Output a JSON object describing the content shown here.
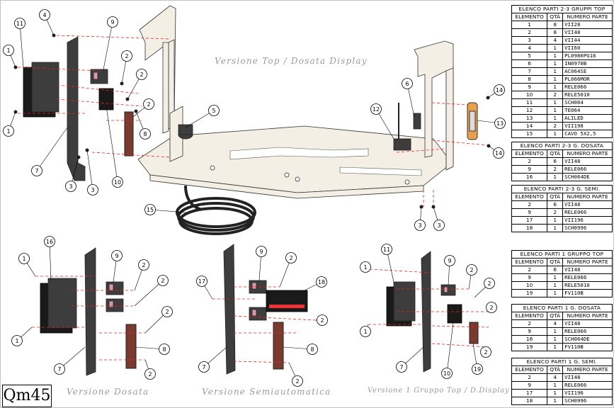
{
  "captions": {
    "top": "Versione Top / Dosata Display",
    "dosata": "Versione Dosata",
    "semi": "Versione Semiautomatica",
    "gruppo1": "Versione 1 Gruppo Top / D.Display"
  },
  "drawing_code": "Qm45",
  "callouts": {
    "top_view": [
      "4",
      "9",
      "11",
      "1",
      "2",
      "2",
      "1",
      "2",
      "8",
      "7",
      "3",
      "3",
      "10",
      "5",
      "12",
      "6",
      "14",
      "13",
      "14",
      "15",
      "3",
      "3"
    ],
    "dosata_view": [
      "1",
      "16",
      "9",
      "2",
      "2",
      "2",
      "8",
      "1",
      "7",
      "2"
    ],
    "semi_view": [
      "9",
      "2",
      "17",
      "18",
      "2",
      "8",
      "7",
      "2"
    ],
    "gruppo1_view": [
      "11",
      "9",
      "1",
      "2",
      "2",
      "2",
      "1",
      "7",
      "10",
      "19",
      "2"
    ]
  },
  "tables": [
    {
      "title": "ELENCO PARTI 2-3 GRUPPI TOP",
      "headers": [
        "ELEMENTO",
        "QTÀ",
        "NUMERO PARTE"
      ],
      "rows": [
        [
          "1",
          "8",
          "VII28"
        ],
        [
          "2",
          "8",
          "VII48"
        ],
        [
          "3",
          "4",
          "VII44"
        ],
        [
          "4",
          "1",
          "VII60"
        ],
        [
          "5",
          "1",
          "PL0980PG16"
        ],
        [
          "6",
          "1",
          "IN0970B"
        ],
        [
          "7",
          "1",
          "AC064SE"
        ],
        [
          "8",
          "1",
          "PL066MOR"
        ],
        [
          "9",
          "1",
          "RELE066"
        ],
        [
          "10",
          "2",
          "RELE5010"
        ],
        [
          "11",
          "1",
          "SCH064"
        ],
        [
          "12",
          "1",
          "TE064"
        ],
        [
          "13",
          "1",
          "ALILED"
        ],
        [
          "14",
          "2",
          "VII198"
        ],
        [
          "15",
          "1",
          "CAVO 5X2,5"
        ]
      ]
    },
    {
      "title": "ELENCO PARTI 2-3 G. DOSATA",
      "headers": [
        "ELEMENTO",
        "QTÀ",
        "NUMERO PARTE"
      ],
      "rows": [
        [
          "2",
          "6",
          "VII48"
        ],
        [
          "9",
          "2",
          "RELE066"
        ],
        [
          "16",
          "1",
          "SCH064DE"
        ]
      ]
    },
    {
      "title": "ELENCO PARTI 2-3 G. SEMI.",
      "headers": [
        "ELEMENTO",
        "QTÀ",
        "NUMERO PARTE"
      ],
      "rows": [
        [
          "2",
          "6",
          "VII48"
        ],
        [
          "9",
          "2",
          "RELE066"
        ],
        [
          "17",
          "1",
          "VII196"
        ],
        [
          "18",
          "1",
          "SCH0996"
        ]
      ]
    },
    {
      "title": "ELENCO PARTI 1 GRUPPO TOP",
      "headers": [
        "ELEMENTO",
        "QTÀ",
        "NUMERO PARTE"
      ],
      "rows": [
        [
          "2",
          "6",
          "VII48"
        ],
        [
          "9",
          "1",
          "RELE066"
        ],
        [
          "10",
          "1",
          "RELE5010"
        ],
        [
          "19",
          "1",
          "FV110B"
        ]
      ]
    },
    {
      "title": "ELENCO PARTI 1 G. DOSATA",
      "headers": [
        "ELEMENTO",
        "QTÀ",
        "NUMERO PARTE"
      ],
      "rows": [
        [
          "2",
          "4",
          "VII48"
        ],
        [
          "9",
          "1",
          "RELE066"
        ],
        [
          "16",
          "1",
          "SCH064DE"
        ],
        [
          "19",
          "1",
          "FV110B"
        ]
      ]
    },
    {
      "title": "ELENCO PARTI 1 G. SEMI.",
      "headers": [
        "ELEMENTO",
        "QTÀ",
        "NUMERO PARTE"
      ],
      "rows": [
        [
          "2",
          "4",
          "VII48"
        ],
        [
          "9",
          "1",
          "RELE066"
        ],
        [
          "17",
          "1",
          "VII196"
        ],
        [
          "18",
          "1",
          "SCH0996"
        ]
      ]
    }
  ]
}
